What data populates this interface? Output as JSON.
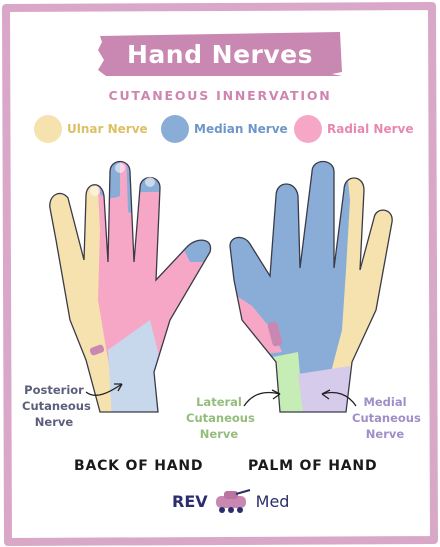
{
  "title": "Hand Nerves",
  "subtitle": "CUTANEOUS INNERVATION",
  "legend": [
    {
      "label": "Ulnar Nerve",
      "color": "#f5e2ae",
      "text_color": "#dcc064"
    },
    {
      "label": "Median Nerve",
      "color": "#8aadd8",
      "text_color": "#6f96c9"
    },
    {
      "label": "Radial Nerve",
      "color": "#f7a7c6",
      "text_color": "#e888b0"
    }
  ],
  "callouts": {
    "posterior": {
      "lines": [
        "Posterior",
        "Cutaneous",
        "Nerve"
      ],
      "color": "#5c5f7c"
    },
    "lateral": {
      "lines": [
        "Lateral",
        "Cutaneous",
        "Nerve"
      ],
      "color": "#93bd7c"
    },
    "medial": {
      "lines": [
        "Medial",
        "Cutaneous",
        "Nerve"
      ],
      "color": "#9e8fc7"
    }
  },
  "captions": {
    "back": "BACK OF HAND",
    "palm": "PALM OF HAND"
  },
  "brand": {
    "rev": "REV",
    "med": "Med",
    "logo_text": "REV"
  },
  "colors": {
    "frame": "#d9a7c8",
    "banner": "#c988b1",
    "posterior_region": "#c7d7ec",
    "lateral_region": "#c7edb6",
    "medial_region": "#d7cbec",
    "outline": "#3a3a48"
  }
}
